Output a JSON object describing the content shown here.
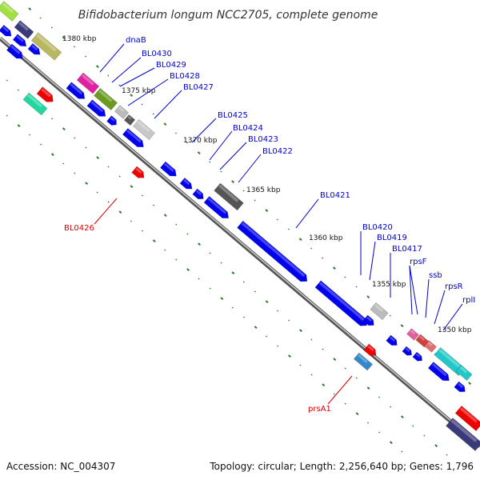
{
  "title": "Bifidobacterium longum NCC2705, complete genome",
  "footer": {
    "accession": "Accession: NC_004307",
    "stats": "Topology: circular; Length: 2,256,640 bp; Genes: 1,796"
  },
  "ticks": [
    "1380 kbp",
    "1375 kbp",
    "1370 kbp",
    "1365 kbp",
    "1360 kbp",
    "1355 kbp",
    "1350 kbp"
  ],
  "labels_top": [
    "dnaB",
    "BL0430",
    "BL0429",
    "BL0428",
    "BL0427",
    "BL0425",
    "BL0424",
    "BL0423",
    "BL0422",
    "BL0421",
    "BL0420",
    "BL0419",
    "BL0417",
    "rpsF",
    "ssb",
    "rpsR",
    "rplI"
  ],
  "labels_bottom": [
    "BL0426",
    "prsA1"
  ],
  "colors": {
    "forward_gene": "#0000ee",
    "reverse_gene": "#ee0000",
    "label_top": "#0000cc",
    "label_bottom": "#dd0000",
    "backbone": "#888888",
    "tick_dot": "#2a7a2a"
  }
}
